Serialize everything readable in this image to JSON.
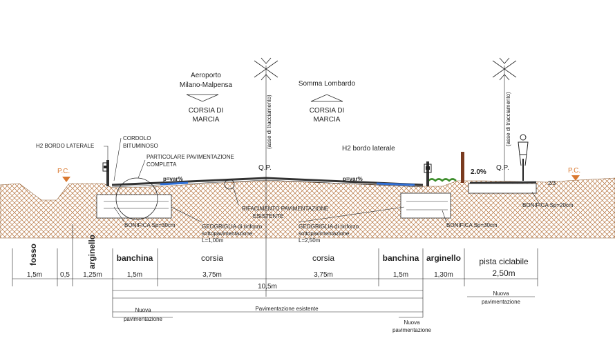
{
  "directions": {
    "left_destination_line1": "Aeroporto",
    "left_destination_line2": "Milano-Malpensa",
    "left_lane_line1": "CORSIA DI",
    "left_lane_line2": "MARCIA",
    "right_destination": "Somma Lombardo",
    "right_lane_line1": "CORSIA DI",
    "right_lane_line2": "MARCIA"
  },
  "labels": {
    "h2_left": "H2 BORDO LATERALE",
    "cordolo_line1": "CORDOLO",
    "cordolo_line2": "BITUMINOSO",
    "particolare_line1": "PARTICOLARE PAVIMENTAZIONE",
    "particolare_line2": "COMPLETA",
    "pc_left": "P.C.",
    "qp_center": "Q.P.",
    "asse_center": "(asse di tracciamento)",
    "slope_left": "p=var%",
    "slope_right": "p=var%",
    "h2_right": "H2 bordo laterale",
    "qp_right": "Q.P.",
    "asse_right": "(asse di tracciamento)",
    "bike_slope": "2.0%",
    "pc_right": "P.C.",
    "ratio": "2/3",
    "rifacimento_line1": "RIFACIMENTO PAVIMENTAZIONE",
    "rifacimento_line2": "ESISTENTE",
    "bonifica_left": "BONIFICA Sp=30cm",
    "geogriglia_left_line1": "GEOGRIGLIA di rinforzo",
    "geogriglia_left_line2": "sottopavimentazione",
    "geogriglia_left_line3": "L=1,00m",
    "geogriglia_right_line1": "GEOGRIGLIA di rinforzo",
    "geogriglia_right_line2": "sottopavimentazione",
    "geogriglia_right_line3": "L=2,50m",
    "bonifica_right": "BONIFICA Sp=30cm",
    "bonifica_bike": "BONIFICA Sp=20cm"
  },
  "sections": {
    "fosso": "fosso",
    "arginello_left": "arginello",
    "banchina_left": "banchina",
    "corsia_left": "corsia",
    "corsia_right": "corsia",
    "banchina_right": "banchina",
    "arginello_right": "arginello",
    "pista": "pista ciclabile"
  },
  "dimensions": {
    "fosso": "1,5m",
    "gap": "0,5",
    "arginello_left": "1,25m",
    "banchina_left": "1,5m",
    "corsia_left": "3,75m",
    "corsia_right": "3,75m",
    "banchina_right": "1,5m",
    "arginello_right": "1,30m",
    "pista": "2,50m",
    "total": "10,5m"
  },
  "pavement": {
    "nuova_left_line1": "Nuova",
    "nuova_left_line2": "pavimentazione",
    "esistente": "Pavimentazione esistente",
    "nuova_right_line1": "Nuova",
    "nuova_right_line2": "pavimentazione",
    "nuova_bike_line1": "Nuova",
    "nuova_bike_line2": "pavimentazione"
  },
  "colors": {
    "ground": "#b5743f",
    "survey_marker": "#d9782f",
    "pavement_blue": "#2f6fd6",
    "post": "#7a3b1f",
    "hedge": "#3b8c2a"
  }
}
